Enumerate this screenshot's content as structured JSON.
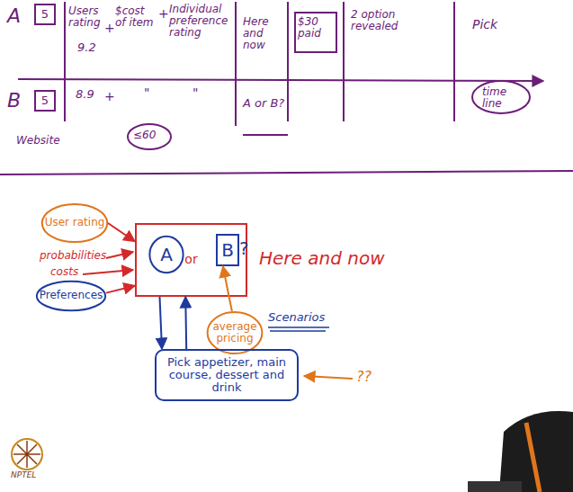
{
  "diagram": {
    "nodes": [
      {
        "text": [
          "5"
        ]
      },
      {
        "text": [
          "5"
        ]
      },
      {
        "text": [
          "or"
        ]
      },
      {
        "text": [
          "A"
        ],
        "in": 2
      },
      {
        "text": [
          "B",
          "?"
        ],
        "in": 2
      },
      {
        "text": [
          "User rating"
        ]
      },
      {
        "text": [
          "Preferences"
        ]
      },
      {
        "text": [
          "average pricing"
        ]
      },
      {
        "text": [
          "Pick appetizer, main course, dessert and drink"
        ]
      }
    ],
    "edges": [
      {
        "from": 5,
        "to": 2,
        "arrow": "to"
      },
      {
        "from": 6,
        "to": 2,
        "arrow": "to"
      },
      {
        "from": 2,
        "to": 8,
        "arrow": "to"
      },
      {
        "from": 8,
        "to": 2,
        "arrow": "to"
      },
      {
        "from": 7,
        "to": 4,
        "arrow": "to"
      }
    ],
    "labels": [
      "A",
      "Users rating",
      "9.2",
      "+",
      "$cost of item",
      "+",
      "Individual preference rating",
      "Here and now",
      "$30 paid",
      "2 option revealed",
      "Pick",
      "time line",
      "B",
      "8.9",
      "+",
      "\"",
      "\"",
      "≤60",
      "A or B?",
      "Website",
      "probabilities",
      "costs",
      "Here and now",
      "Scenarios",
      "??",
      "NPTEL"
    ]
  }
}
